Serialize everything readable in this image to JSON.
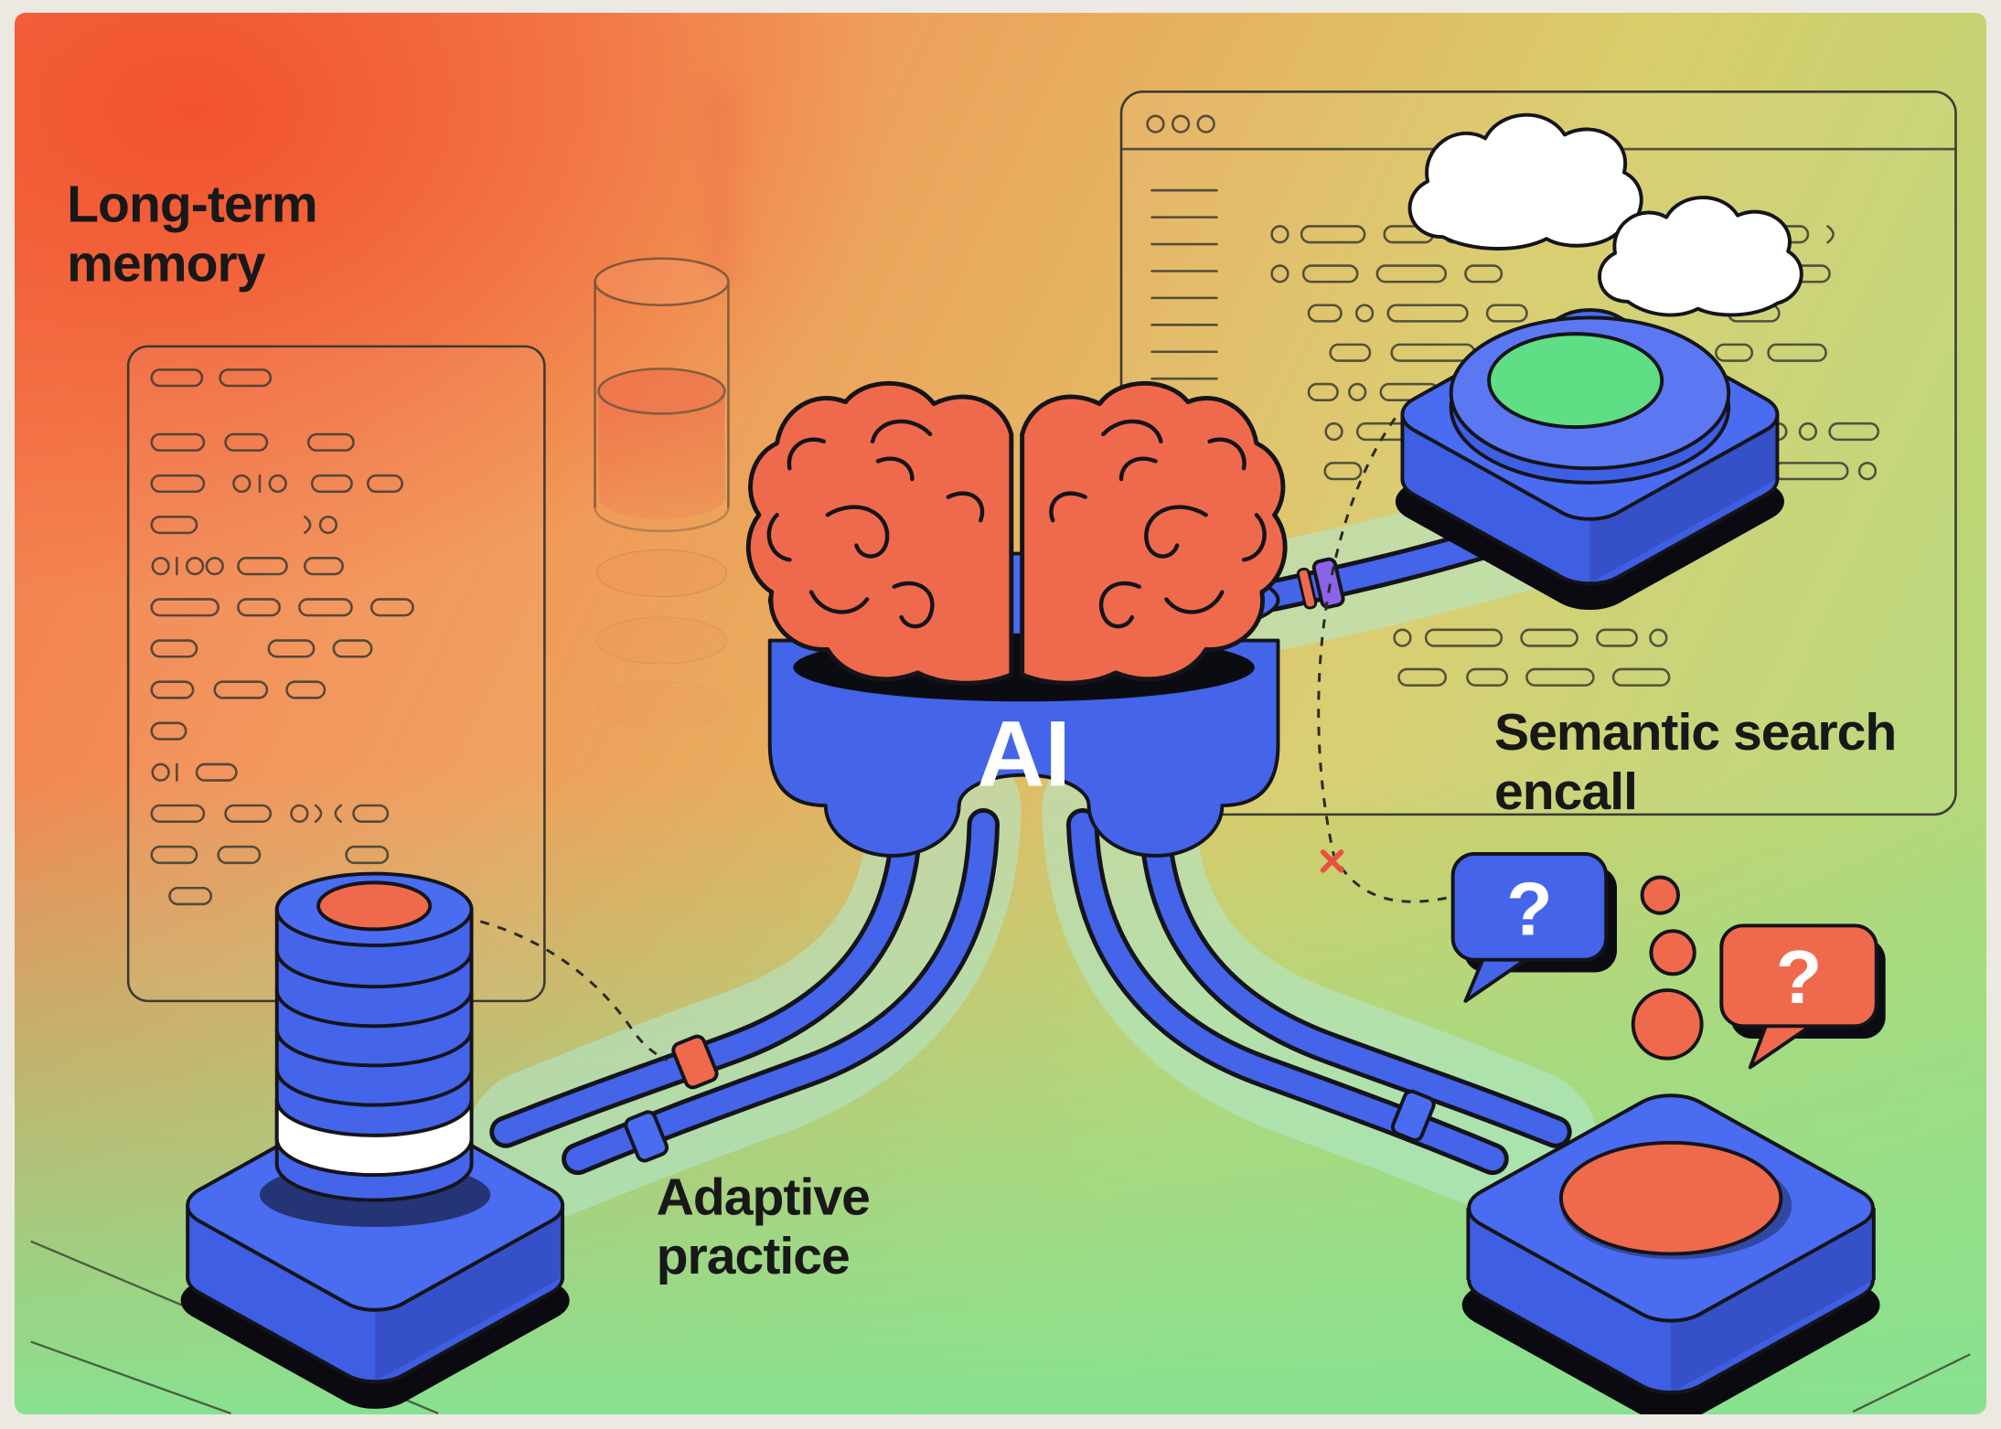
{
  "scene": {
    "ai_core": {
      "label": "AI"
    },
    "nodes": {
      "long_term_memory": {
        "line1": "Long-term",
        "line2": "memory"
      },
      "semantic_search": {
        "line1": "Semantic search",
        "line2": "encall"
      },
      "adaptive_practice": {
        "line1": "Adaptive",
        "line2": "practice"
      }
    },
    "speech_bubbles": {
      "blue_question": "?",
      "red_question": "?"
    },
    "palette": {
      "frame": "#ece9e2",
      "blue": "#4464ea",
      "blue_light": "#4a6cf0",
      "coral": "#ef6a4c",
      "green": "#5fde85",
      "mint": "#b2e9d2",
      "purple": "#8a64e8",
      "ink": "#181818",
      "outline": "#14141a",
      "white": "#ffffff"
    }
  }
}
